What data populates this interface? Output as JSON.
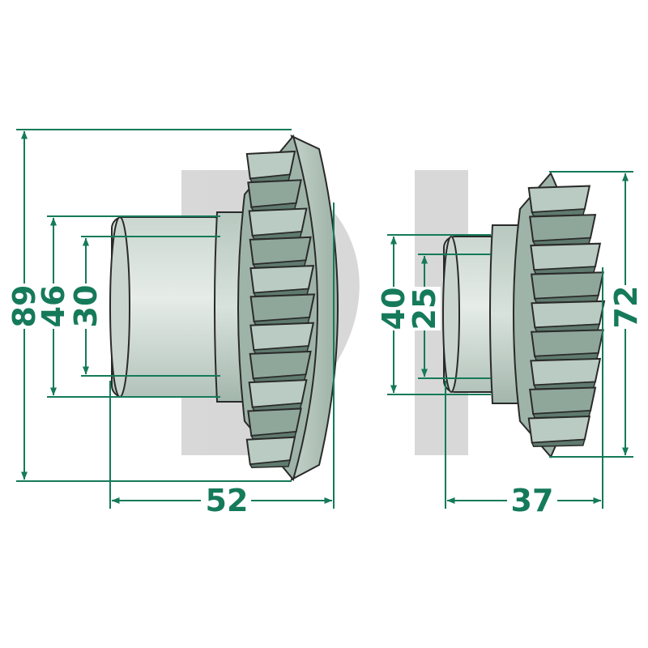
{
  "colors": {
    "dimension": "#157a5a",
    "outline": "#2a2a2a",
    "hub_light": "#dfe7e2",
    "hub_mid": "#c4d1ca",
    "hub_dark": "#9fb1a8",
    "tooth_light": "#b9cbc2",
    "tooth_mid": "#8fa79b",
    "tooth_dark": "#5f7a6e",
    "watermark": "#b4b4b4"
  },
  "icons": [
    "watermark-logo"
  ],
  "gear_large": {
    "outer_diameter": "89",
    "hub_diameter": "46",
    "bore_diameter": "30",
    "length": "52"
  },
  "gear_small": {
    "hub_diameter": "40",
    "bore_diameter": "25",
    "outer_diameter": "72",
    "length": "37"
  }
}
